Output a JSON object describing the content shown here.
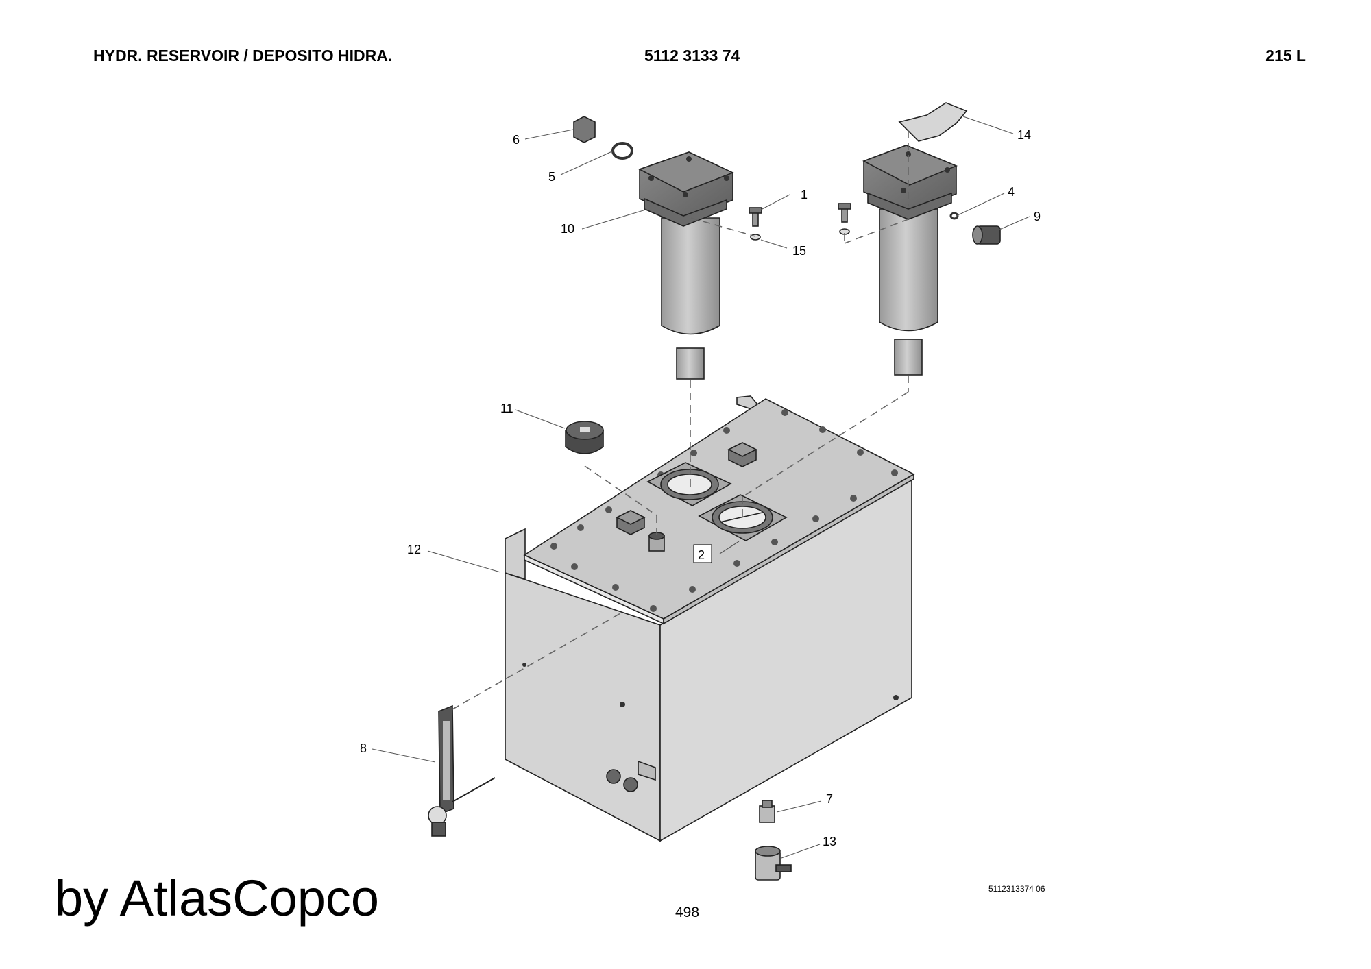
{
  "header": {
    "title": "HYDR. RESERVOIR / DEPOSITO HIDRA.",
    "part_number": "5112 3133 74",
    "capacity": "215 L"
  },
  "callouts": [
    "1",
    "2",
    "4",
    "5",
    "6",
    "7",
    "8",
    "9",
    "10",
    "11",
    "12",
    "13",
    "14",
    "15"
  ],
  "footer": {
    "brand": "by AtlasCopco",
    "page_number": "498",
    "drawing_ref": "5112313374 06"
  }
}
